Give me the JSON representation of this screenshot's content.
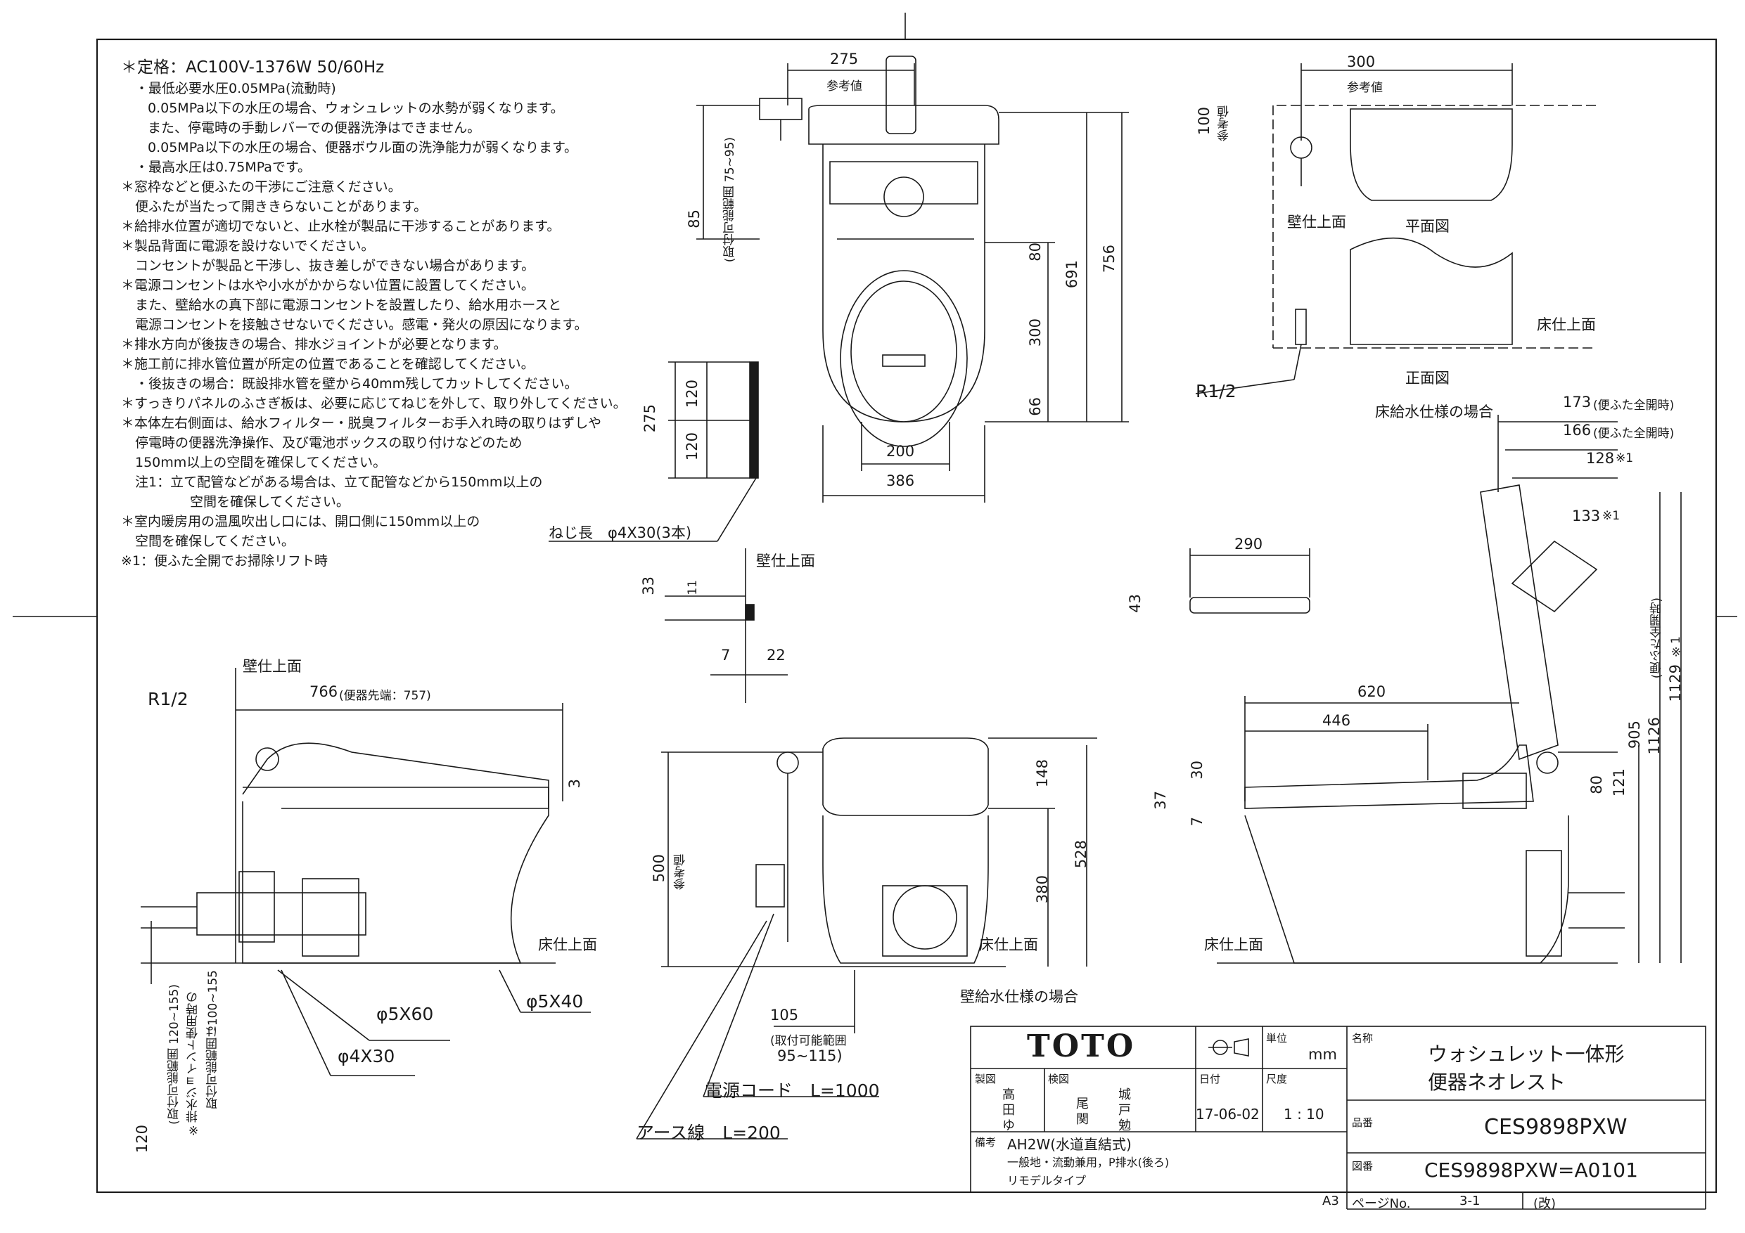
{
  "notes": [
    "＊定格：AC100V-1376W 50/60Hz",
    "・最低必要水圧0.05MPa(流動時)",
    "0.05MPa以下の水圧の場合、ウォシュレットの水勢が弱くなります。",
    "また、停電時の手動レバーでの便器洗浄はできません。",
    "0.05MPa以下の水圧の場合、便器ボウル面の洗浄能力が弱くなります。",
    "・最高水圧は0.75MPaです。",
    "＊窓枠などと便ふたの干渉にご注意ください。",
    "便ふたが当たって開ききらないことがあります。",
    "＊給排水位置が適切でないと、止水栓が製品に干渉することがあります。",
    "＊製品背面に電源を設けないでください。",
    "コンセントが製品と干渉し、抜き差しができない場合があります。",
    "＊電源コンセントは水や小水がかからない位置に設置してください。",
    "また、壁給水の真下部に電源コンセントを設置したり、給水用ホースと",
    "電源コンセントを接触させないでください。感電・発火の原因になります。",
    "＊排水方向が後抜きの場合、排水ジョイントが必要となります。",
    "＊施工前に排水管位置が所定の位置であることを確認してください。",
    "・後抜きの場合：既設排水管を壁から40mm残してカットしてください。",
    "＊すっきりパネルのふさぎ板は、必要に応じてねじを外して、取り外してください。",
    "＊本体左右側面は、給水フィルター・脱臭フィルターお手入れ時の取りはずしや",
    "停電時の便器洗浄操作、及び電池ボックスの取り付けなどのため",
    "150mm以上の空間を確保してください。",
    "注1：立て配管などがある場合は、立て配管などから150mm以上の",
    "空間を確保してください。",
    "＊室内暖房用の温風吹出し口には、開口側に150mm以上の",
    "空間を確保してください。",
    "※1：便ふた全開でお掃除リフト時"
  ],
  "labels": {
    "d275": "275",
    "sankouchi": "参考値",
    "d300": "300",
    "d100": "100",
    "d85": "85",
    "toritsuke_range_75_95": "(取付可能範囲 75~95)",
    "d80": "80",
    "d691": "691",
    "d756": "756",
    "d300b": "300",
    "d66": "66",
    "d200": "200",
    "d386": "386",
    "d120a": "120",
    "d120b": "120",
    "d275b": "275",
    "neji": "ねじ長　φ4X30(3本)",
    "kabe_top1": "壁仕上面",
    "kabe_top2": "壁仕上面",
    "kabe_top3": "壁仕上面",
    "heimen": "平面図",
    "yuka_top1": "床仕上面",
    "shoumen": "正面図",
    "r12a": "R1/2",
    "r12b": "R1/2",
    "yukakyusui": "床給水仕様の場合",
    "d173": "173",
    "d173n": "(便ふた全開時)",
    "d166": "166",
    "d166n": "(便ふた全開時)",
    "d128": "128",
    "d128n": "※1",
    "d133": "133",
    "d133n": "※1",
    "d290": "290",
    "d43": "43",
    "d33": "33",
    "d11": "11",
    "d7": "7",
    "d22": "22",
    "d766": "766",
    "d766n": "(便器先端：757)",
    "d3": "3",
    "d620": "620",
    "d446": "446",
    "d905": "905",
    "d1126": "1126",
    "d1126n": "(便ふた全開時)",
    "d1129": "1129",
    "d1129n": "※1",
    "d30": "30",
    "d37": "37",
    "d7b": "7",
    "d80b": "80",
    "d121": "121",
    "d148": "148",
    "d528": "528",
    "d380": "380",
    "d500": "500",
    "yuka_top2": "床仕上面",
    "yuka_top3": "床仕上面",
    "yuka_top4": "床仕上面",
    "phi5x60": "φ5X60",
    "phi5x40": "φ5X40",
    "phi4x30": "φ4X30",
    "d120c": "120",
    "toritsuke_120_155": "(取付可能範囲 120~155)",
    "joint_note": "※排水ジョイント使用時の",
    "joint_note2": "取付可能範囲は100~155",
    "kabekyusui": "壁給水仕様の場合",
    "d105": "105",
    "toritsuke_95_115": "(取付可能範囲",
    "toritsuke_95_115b": "95~115)",
    "dengen": "電源コード　L=1000",
    "earth": "アース線　L=200"
  },
  "title_block": {
    "brand": "TOTO",
    "unit_label": "単位",
    "unit": "mm",
    "seizu_label": "製図",
    "seizu1": "高",
    "seizu2": "田",
    "seizu3": "ゆ",
    "kenzu_label": "検図",
    "kenzu1": "尾",
    "kenzu2": "関",
    "kenzu3": "城",
    "kenzu4": "戸",
    "kenzu5": "勉",
    "date_label": "日付",
    "date": "17-06-02",
    "scale_label": "尺度",
    "scale": "1 : 10",
    "name_label": "名称",
    "name1": "ウォシュレット一体形",
    "name2": "便器ネオレスト",
    "hinban_label": "品番",
    "hinban": "CES9898PXW",
    "zuban_label": "図番",
    "zuban": "CES9898PXW=A0101",
    "biko_label": "備考",
    "biko1": "AH2W(水道直結式)",
    "biko2": "一般地・流動兼用，P排水(後ろ)",
    "biko3": "リモデルタイプ",
    "page_label": "ページNo.",
    "page": "3-1",
    "kai": "(改)",
    "sheet_size": "A3"
  }
}
